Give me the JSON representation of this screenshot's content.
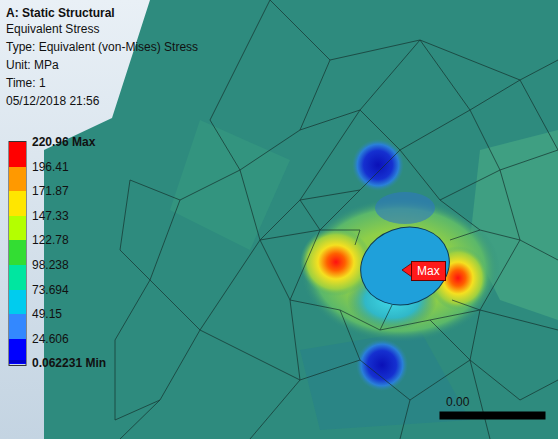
{
  "diagram": {
    "title": "A: Static Structural",
    "nodes": [
      {
        "text": [
          "Max"
        ]
      }
    ],
    "labels": [
      "Equivalent Stress",
      "Type: Equivalent (von-Mises) Stress",
      "Unit: MPa",
      "Time: 1",
      "05/12/2018 21:56",
      "0.00"
    ],
    "legend": [
      {
        "text": "220.96 Max",
        "color": "#ff0000"
      },
      {
        "text": "196.41",
        "color": "#ff9900"
      },
      {
        "text": "171.87",
        "color": "#ffe600"
      },
      {
        "text": "147.33",
        "color": "#b4ff00"
      },
      {
        "text": "122.78",
        "color": "#33dd33"
      },
      {
        "text": "98.238",
        "color": "#00e6a0"
      },
      {
        "text": "73.694",
        "color": "#00ccee"
      },
      {
        "text": "49.15",
        "color": "#3388ff"
      },
      {
        "text": "24.606",
        "color": "#0000ff"
      },
      {
        "text": "0.062231 Min",
        "color": "#0000cc"
      }
    ]
  }
}
